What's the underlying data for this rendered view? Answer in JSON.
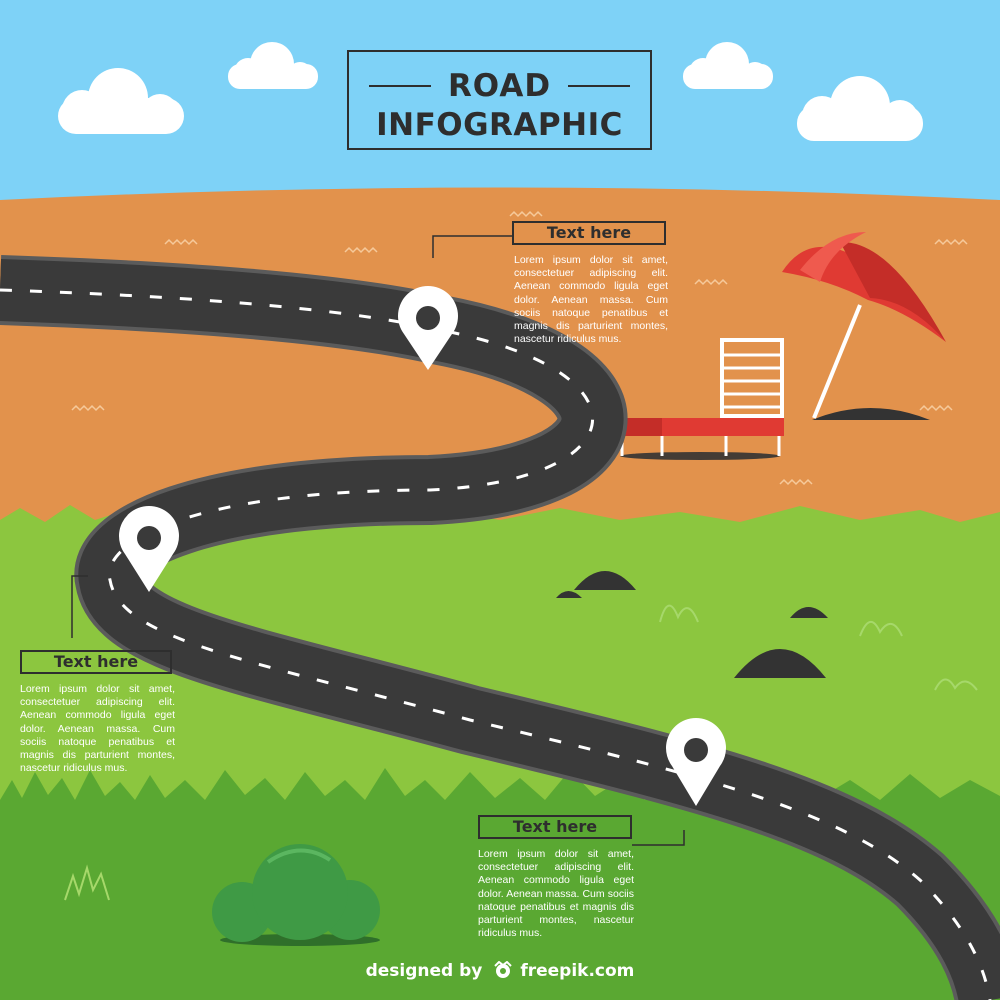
{
  "title": {
    "line1": "ROAD",
    "line2": "INFOGRAPHIC"
  },
  "steps": [
    {
      "label": "Text here",
      "body": "Lorem ipsum dolor sit amet, consectetuer adipiscing elit. Aenean commodo ligula eget dolor. Aenean massa. Cum sociis natoque penatibus et magnis dis parturient montes, nascetur ridiculus mus."
    },
    {
      "label": "Text here",
      "body": "Lorem ipsum dolor sit amet, consectetuer adipiscing elit. Aenean commodo ligula eget dolor. Aenean massa. Cum sociis natoque penatibus et magnis dis parturient montes, nascetur ridiculus mus."
    },
    {
      "label": "Text here",
      "body": "Lorem ipsum dolor sit amet, consectetuer adipiscing elit. Aenean commodo ligula eget dolor. Aenean massa. Cum sociis natoque penatibus et magnis dis parturient montes, nascetur ridiculus mus."
    }
  ],
  "credit": {
    "prefix": "designed by",
    "brand": "freepik.com"
  },
  "colors": {
    "sky": "#7ed2f7",
    "sand": "#e2924c",
    "grass_light": "#8cc63f",
    "grass_dark": "#5aa832",
    "road": "#3a3a3a",
    "umbrella": "#e03a33",
    "bush": "#3f9a45",
    "ink": "#2e2e2e"
  },
  "icons": [
    "cloud-icon",
    "map-pin-icon",
    "umbrella-icon",
    "beach-chair-icon",
    "bush-icon",
    "freepik-logo-icon"
  ]
}
